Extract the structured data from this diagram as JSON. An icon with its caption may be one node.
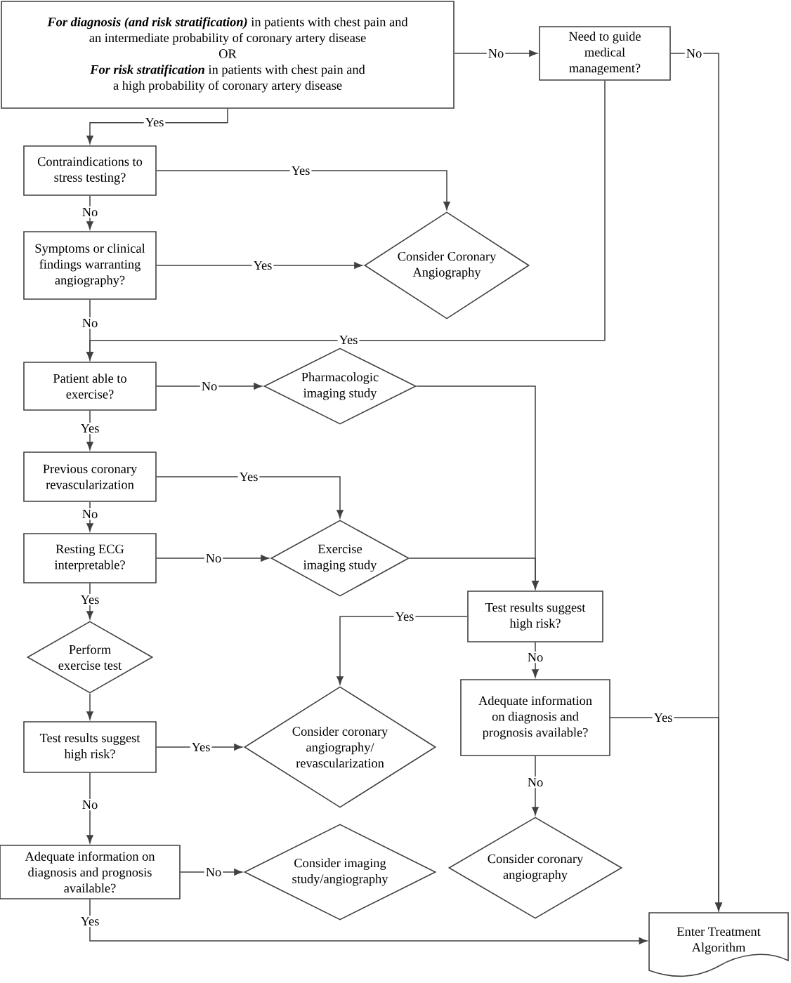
{
  "diagram": {
    "nodes": [
      {
        "text": [
          "**For diagnosis (and risk stratification)** in patients with chest pain and an intermediate probability of coronary artery disease",
          "OR",
          "**For risk stratification** in patients with chest pain and a high probability of coronary artery disease"
        ]
      },
      {
        "text": [
          "Need to guide medical management?"
        ]
      },
      {
        "text": [
          "Contraindications to stress testing?"
        ]
      },
      {
        "text": [
          "Consider Coronary Angiography"
        ]
      },
      {
        "text": [
          "Symptoms or clinical findings warranting angiography?"
        ]
      },
      {
        "text": [
          "Patient able to exercise?"
        ]
      },
      {
        "text": [
          "Pharmacologic imaging study"
        ]
      },
      {
        "text": [
          "Previous coronary revascularization"
        ]
      },
      {
        "text": [
          "Exercise imaging study"
        ]
      },
      {
        "text": [
          "Resting ECG interpretable?"
        ]
      },
      {
        "text": [
          "Test results suggest high risk?"
        ]
      },
      {
        "text": [
          "Perform exercise test"
        ]
      },
      {
        "text": [
          "Adequate information on diagnosis and prognosis available?"
        ]
      },
      {
        "text": [
          "Consider coronary angiography/ revascularization"
        ]
      },
      {
        "text": [
          "Test results suggest high risk?"
        ]
      },
      {
        "text": [
          "Adequate information on diagnosis and prognosis available?"
        ]
      },
      {
        "text": [
          "Consider imaging study/angiography"
        ]
      },
      {
        "text": [
          "Consider coronary angiography"
        ]
      },
      {
        "text": [
          "Enter Treatment Algorithm"
        ]
      }
    ],
    "edges": [
      {
        "from": 0,
        "to": 1,
        "arrow": "to",
        "label": "No"
      },
      {
        "from": 1,
        "to": 18,
        "arrow": "to",
        "label": "No"
      },
      {
        "from": 0,
        "to": 2,
        "arrow": "to",
        "label": "Yes"
      },
      {
        "from": 2,
        "to": 3,
        "arrow": "to",
        "label": "Yes"
      },
      {
        "from": 2,
        "to": 4,
        "arrow": "to",
        "label": "No"
      },
      {
        "from": 4,
        "to": 3,
        "arrow": "to",
        "label": "Yes"
      },
      {
        "from": 4,
        "to": 5,
        "arrow": "to",
        "label": "No"
      },
      {
        "from": 1,
        "to": 5,
        "arrow": "to",
        "label": "Yes"
      },
      {
        "from": 5,
        "to": 6,
        "arrow": "to",
        "label": "No"
      },
      {
        "from": 5,
        "to": 7,
        "arrow": "to",
        "label": "Yes"
      },
      {
        "from": 6,
        "to": 10,
        "arrow": "to"
      },
      {
        "from": 7,
        "to": 8,
        "arrow": "to",
        "label": "Yes"
      },
      {
        "from": 7,
        "to": 9,
        "arrow": "to",
        "label": "No"
      },
      {
        "from": 9,
        "to": 8,
        "arrow": "to",
        "label": "No"
      },
      {
        "from": 8,
        "to": 10,
        "arrow": "to"
      },
      {
        "from": 9,
        "to": 11,
        "arrow": "to",
        "label": "Yes"
      },
      {
        "from": 11,
        "to": 14,
        "arrow": "to"
      },
      {
        "from": 10,
        "to": 13,
        "arrow": "to",
        "label": "Yes"
      },
      {
        "from": 10,
        "to": 12,
        "arrow": "to",
        "label": "No"
      },
      {
        "from": 12,
        "to": 18,
        "arrow": "to",
        "label": "Yes"
      },
      {
        "from": 12,
        "to": 17,
        "arrow": "to",
        "label": "No"
      },
      {
        "from": 14,
        "to": 13,
        "arrow": "to",
        "label": "Yes"
      },
      {
        "from": 14,
        "to": 15,
        "arrow": "to",
        "label": "No"
      },
      {
        "from": 15,
        "to": 16,
        "arrow": "to",
        "label": "No"
      },
      {
        "from": 15,
        "to": 18,
        "arrow": "to",
        "label": "Yes"
      }
    ]
  }
}
